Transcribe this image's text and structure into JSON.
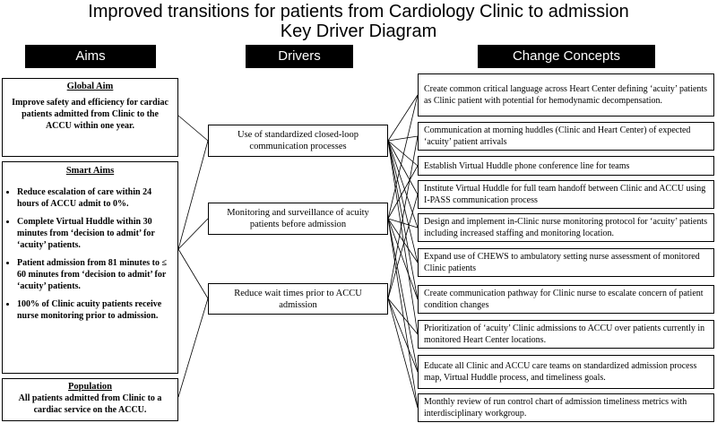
{
  "title": {
    "line1": "Improved transitions for patients from Cardiology Clinic to admission",
    "line2": "Key Driver Diagram"
  },
  "headers": {
    "aims": "Aims",
    "drivers": "Drivers",
    "change": "Change Concepts"
  },
  "global_aim": {
    "heading": "Global Aim",
    "text": "Improve safety and efficiency for cardiac patients admitted from Clinic to the ACCU within one year."
  },
  "smart_aims": {
    "heading": "Smart Aims",
    "items": [
      "Reduce escalation of care within 24 hours of ACCU admit to 0%.",
      "Complete Virtual Huddle within 30 minutes from ‘decision to admit’ for ‘acuity’ patients.",
      "Patient admission from 81 minutes to ≤ 60 minutes from ‘decision to admit’ for ‘acuity’ patients.",
      "100% of Clinic acuity patients receive nurse monitoring prior to admission."
    ]
  },
  "population": {
    "heading": "Population",
    "text": "All patients admitted from Clinic to a cardiac service on the ACCU."
  },
  "drivers": [
    "Use of standardized closed-loop communication processes",
    "Monitoring and surveillance of acuity patients before admission",
    "Reduce wait times prior to ACCU admission"
  ],
  "changes": [
    "Create common critical language across Heart Center defining ‘acuity’ patients as Clinic patient with potential for hemodynamic decompensation.",
    "Communication at morning huddles (Clinic and Heart Center) of expected ‘acuity’ patient arrivals",
    "Establish Virtual Huddle phone conference line for teams",
    "Institute Virtual Huddle for full team handoff between Clinic and ACCU using I-PASS communication process",
    "Design and implement in-Clinic nurse monitoring protocol for ‘acuity’ patients including increased staffing and monitoring location.",
    "Expand use of CHEWS to ambulatory setting nurse assessment of monitored Clinic patients",
    "Create communication pathway for Clinic nurse to escalate concern of patient condition changes",
    "Prioritization of ‘acuity’ Clinic admissions to ACCU over patients currently in monitored Heart Center locations.",
    "Educate all Clinic and ACCU care teams on standardized admission process map, Virtual Huddle process, and timeliness goals.",
    "Monthly review of run control chart of admission timeliness metrics with interdisciplinary workgroup."
  ]
}
